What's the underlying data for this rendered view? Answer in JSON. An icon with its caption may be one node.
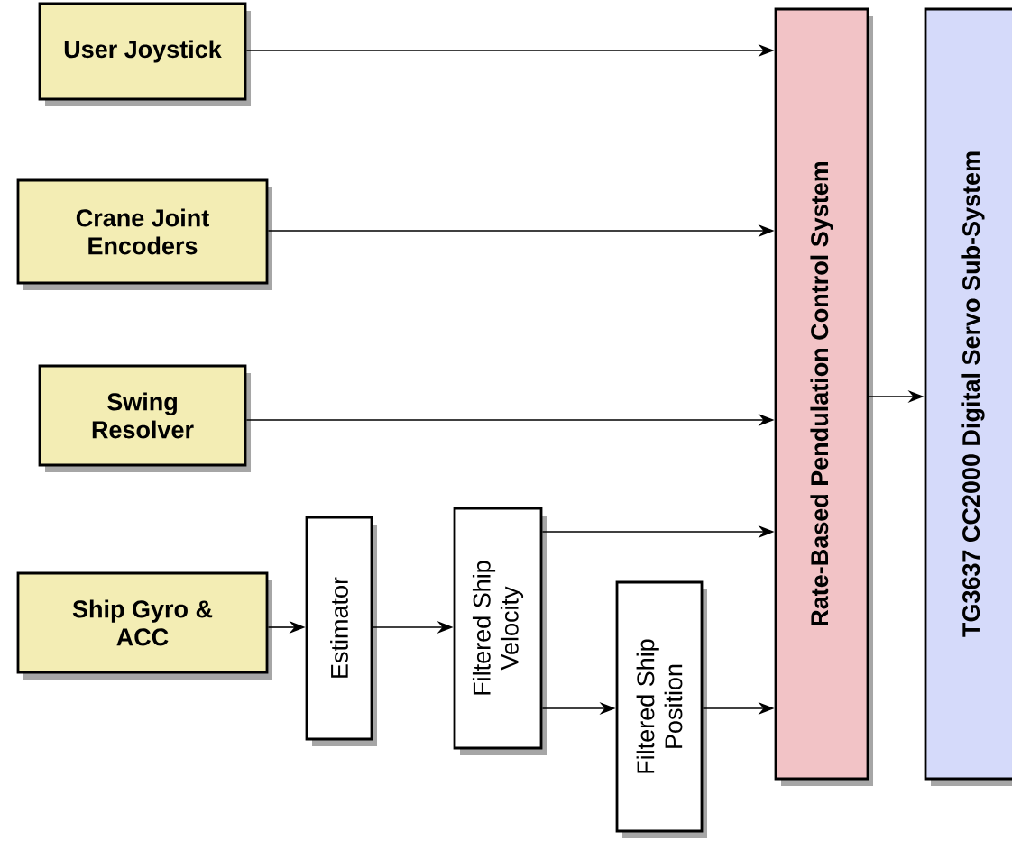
{
  "diagram": {
    "nodes": [
      {
        "text": [
          "User Joystick"
        ]
      },
      {
        "text": [
          "Crane Joint Encoders"
        ]
      },
      {
        "text": [
          "Swing Resolver"
        ]
      },
      {
        "text": [
          "Ship Gyro & ACC"
        ]
      },
      {
        "text": [
          "Estimator"
        ]
      },
      {
        "text": [
          "Filtered Ship Velocity"
        ]
      },
      {
        "text": [
          "Filtered Ship Position"
        ]
      },
      {
        "text": [
          "Rate-Based Pendulation Control System"
        ]
      },
      {
        "text": [
          "TG3637 CC2000 Digital Servo Sub-System"
        ]
      }
    ],
    "edges": [
      {
        "from": 0,
        "to": 7,
        "arrow": "to"
      },
      {
        "from": 1,
        "to": 7,
        "arrow": "to"
      },
      {
        "from": 2,
        "to": 7,
        "arrow": "to"
      },
      {
        "from": 3,
        "to": 4,
        "arrow": "to"
      },
      {
        "from": 4,
        "to": 5,
        "arrow": "to"
      },
      {
        "from": 5,
        "to": 7,
        "arrow": "to"
      },
      {
        "from": 5,
        "to": 6,
        "arrow": "to"
      },
      {
        "from": 6,
        "to": 7,
        "arrow": "to"
      },
      {
        "from": 7,
        "to": 8,
        "arrow": "to"
      }
    ]
  }
}
